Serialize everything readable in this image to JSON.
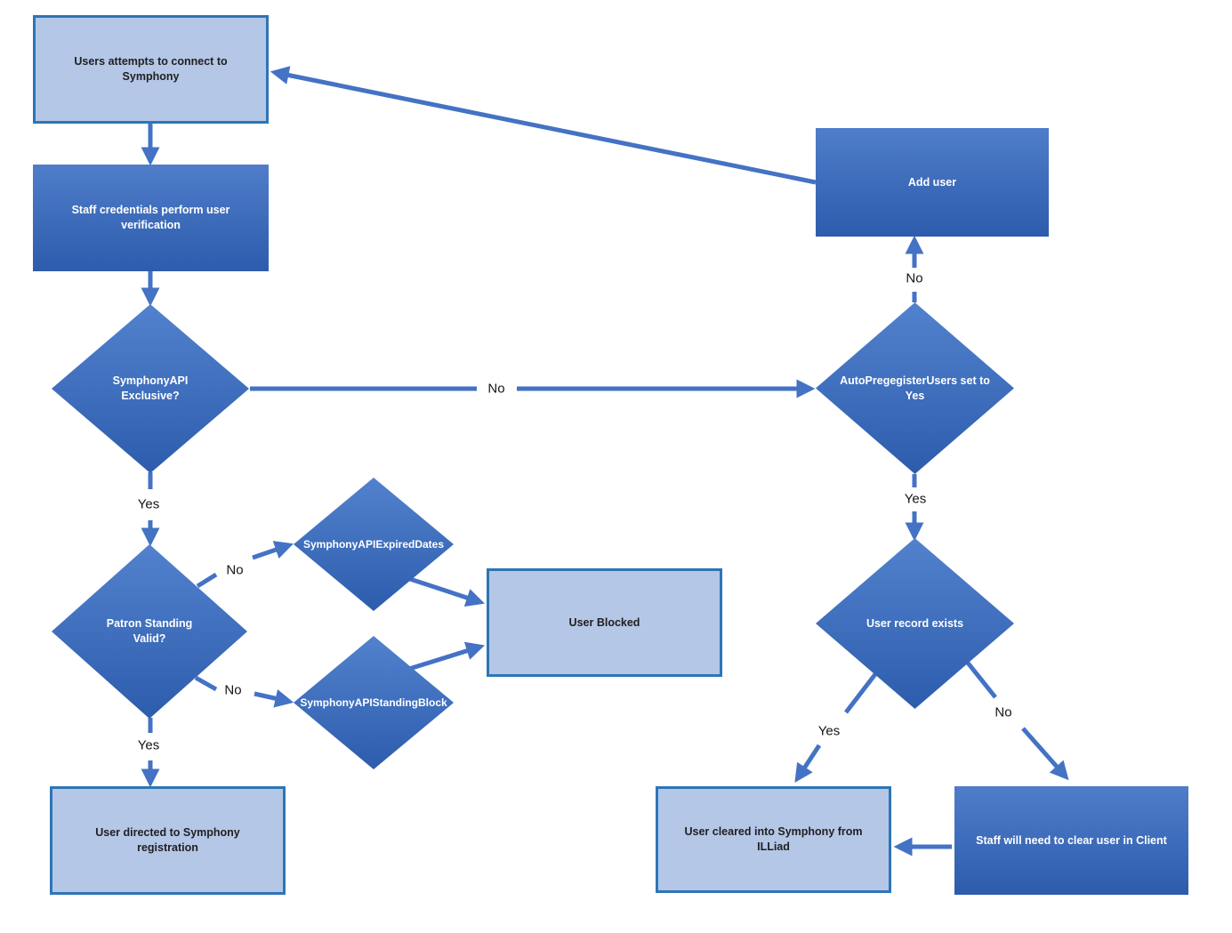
{
  "diagram": {
    "type": "flowchart",
    "colors": {
      "light_node_fill": "#b4c7e7",
      "light_node_border": "#2e75b6",
      "dark_node_gradient_top": "#4f7dc9",
      "dark_node_gradient_bottom": "#2d5cad",
      "connector": "#4472c4",
      "dark_node_text": "#ffffff",
      "light_node_text": "#1f1f1f",
      "edge_label_text": "#141414"
    },
    "nodes": {
      "connect": {
        "label": "Users attempts to connect to Symphony",
        "shape": "rectangle",
        "style": "light"
      },
      "staff_verify": {
        "label": "Staff credentials perform user verification",
        "shape": "rectangle",
        "style": "dark"
      },
      "api_exclusive": {
        "label": "SymphonyAPI Exclusive?",
        "shape": "diamond",
        "style": "dark"
      },
      "add_user": {
        "label": "Add user",
        "shape": "rectangle",
        "style": "dark"
      },
      "auto_preregister": {
        "label": "AutoPregegisterUsers set to Yes",
        "shape": "diamond",
        "style": "dark"
      },
      "patron_standing": {
        "label": "Patron Standing Valid?",
        "shape": "diamond",
        "style": "dark"
      },
      "expired_dates": {
        "label": "SymphonyAPIExpiredDates",
        "shape": "diamond",
        "style": "dark"
      },
      "standing_block": {
        "label": "SymphonyAPIStandingBlock",
        "shape": "diamond",
        "style": "dark"
      },
      "user_blocked": {
        "label": "User Blocked",
        "shape": "rectangle",
        "style": "light"
      },
      "registration": {
        "label": "User directed to Symphony registration",
        "shape": "rectangle",
        "style": "light"
      },
      "record_exists": {
        "label": "User record exists",
        "shape": "diamond",
        "style": "dark"
      },
      "cleared": {
        "label": "User cleared into Symphony from ILLiad",
        "shape": "rectangle",
        "style": "light"
      },
      "clear_in_client": {
        "label": "Staff will need to clear user in Client",
        "shape": "rectangle",
        "style": "dark"
      }
    },
    "edge_labels": {
      "exclusive_no": "No",
      "preregister_no": "No",
      "exclusive_yes": "Yes",
      "expired_no": "No",
      "standing_no": "No",
      "standing_yes": "Yes",
      "preregister_yes": "Yes",
      "record_yes": "Yes",
      "record_no": "No"
    }
  }
}
